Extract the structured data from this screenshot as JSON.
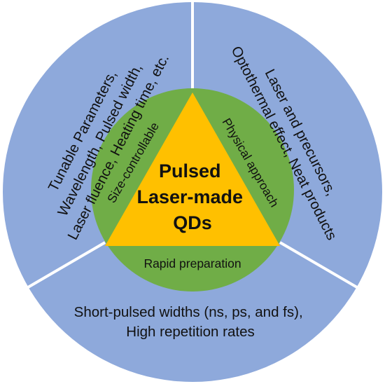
{
  "colors": {
    "outer_ring": "#8ea9db",
    "inner_circle": "#70ad47",
    "triangle": "#ffc000",
    "divider": "#ffffff",
    "text": "#111111"
  },
  "segments": {
    "left": {
      "line1": "Tunable Parameters,",
      "line2": "Wavelength, Pulsed width,",
      "line3": "Laser fluence, Heating time, etc."
    },
    "right": {
      "line1": "Laser and precursors,",
      "line2": "Optothermal effect, Neat products"
    },
    "bottom": {
      "line1": "Short-pulsed widths (ns, ps, and fs),",
      "line2": "High repetition rates"
    }
  },
  "features": {
    "left": "Size-controllable",
    "right": "Physical approach",
    "bottom": "Rapid preparation"
  },
  "center": {
    "line1": "Pulsed",
    "line2": "Laser-made",
    "line3": "QDs"
  }
}
